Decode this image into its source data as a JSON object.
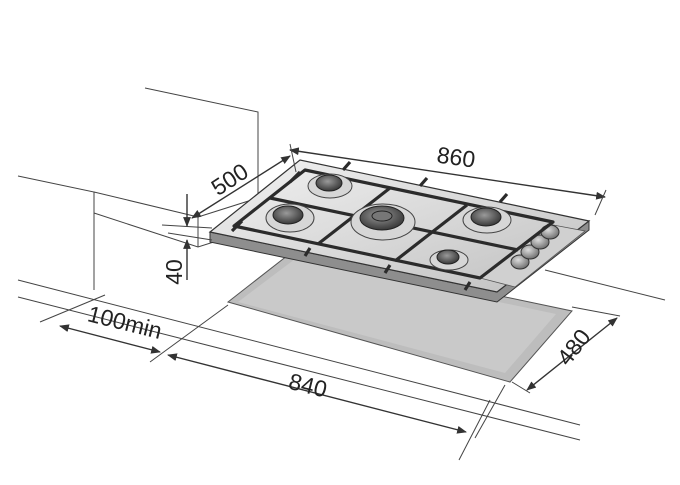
{
  "dimensions": {
    "width_hob": "860",
    "depth_hob": "500",
    "height_hob": "40",
    "clearance": "100min",
    "cutout_width": "840",
    "cutout_depth": "480"
  },
  "colors": {
    "line": "#444444",
    "cutout": "#bdbdbd",
    "steel": "#e6e6e6",
    "steel_dark": "#9a9a9a",
    "grate": "#2b2b2b"
  }
}
